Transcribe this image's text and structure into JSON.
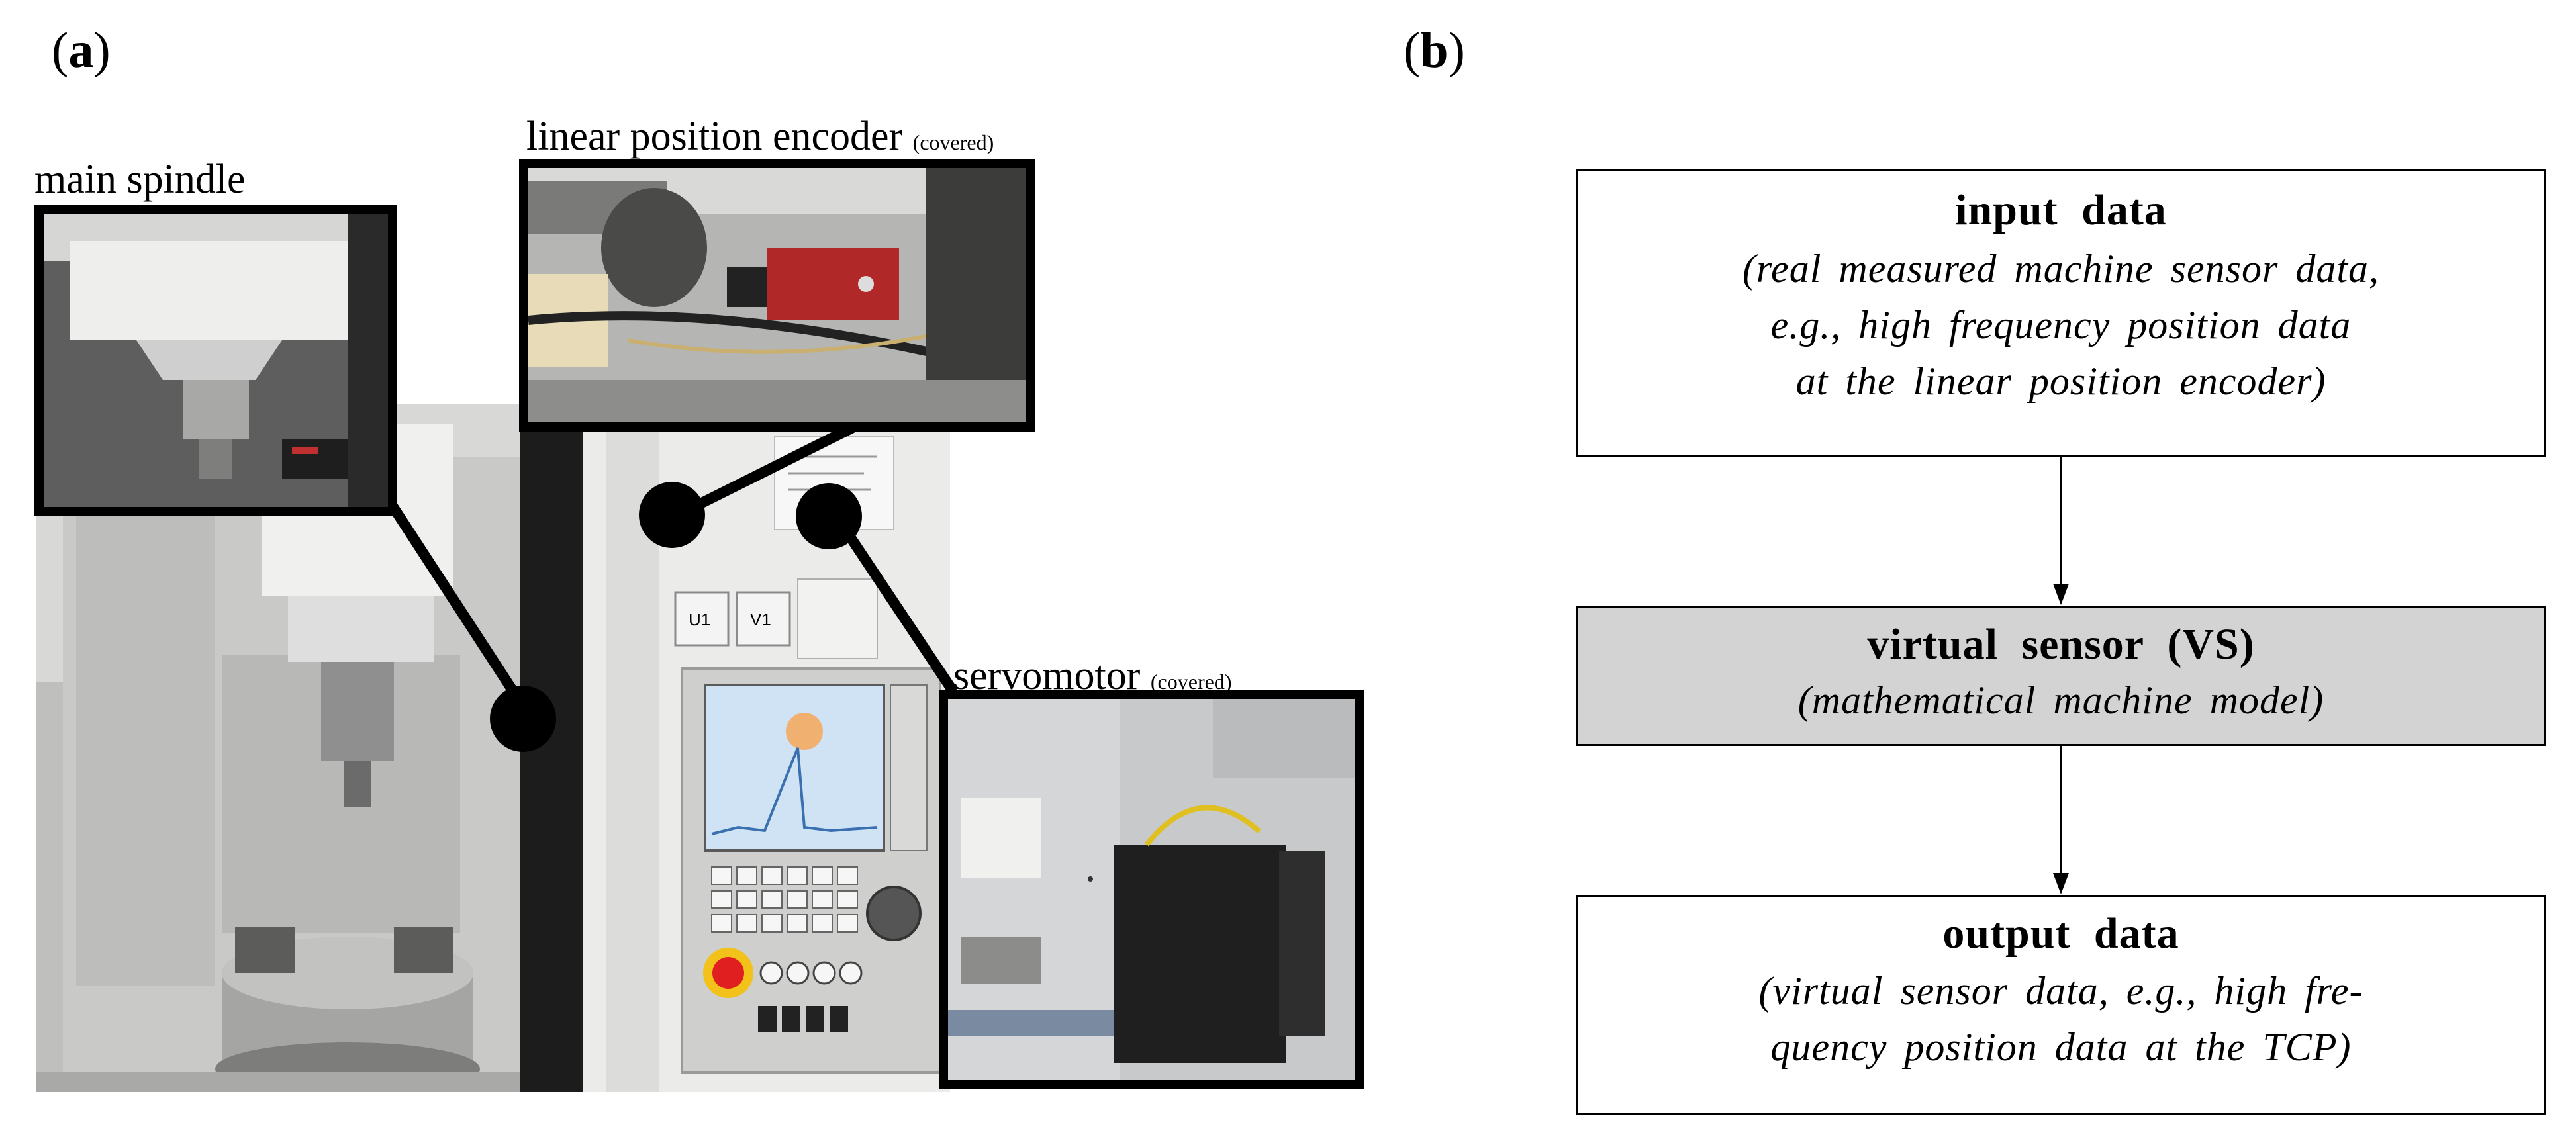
{
  "panel_a": {
    "label_open": "(",
    "label_letter": "a",
    "label_close": ")",
    "callouts": {
      "main_spindle": "main spindle",
      "encoder": "linear position encoder",
      "encoder_note": "(covered)",
      "servomotor": "servomotor",
      "servomotor_note": "(covered)"
    },
    "panel_keys": {
      "u1": "U1",
      "v1": "V1"
    }
  },
  "panel_b": {
    "label_open": "(",
    "label_letter": "b",
    "label_close": ")",
    "input": {
      "title": "input data",
      "lines": [
        "(real measured machine sensor data,",
        "e.g., high frequency position data",
        "at the linear position encoder)"
      ]
    },
    "virtual_sensor": {
      "title": "virtual sensor (VS)",
      "lines": [
        "(mathematical machine model)"
      ]
    },
    "output": {
      "title": "output data",
      "lines": [
        "(virtual sensor data, e.g., high fre-",
        "quency position data at the TCP)"
      ]
    }
  },
  "colors": {
    "vs_box_fill": "#d3d3d3",
    "frame": "#000000",
    "screen_blue": "#cfe3f4",
    "estop_red": "#e02020",
    "estop_yellow": "#f2c21a"
  }
}
